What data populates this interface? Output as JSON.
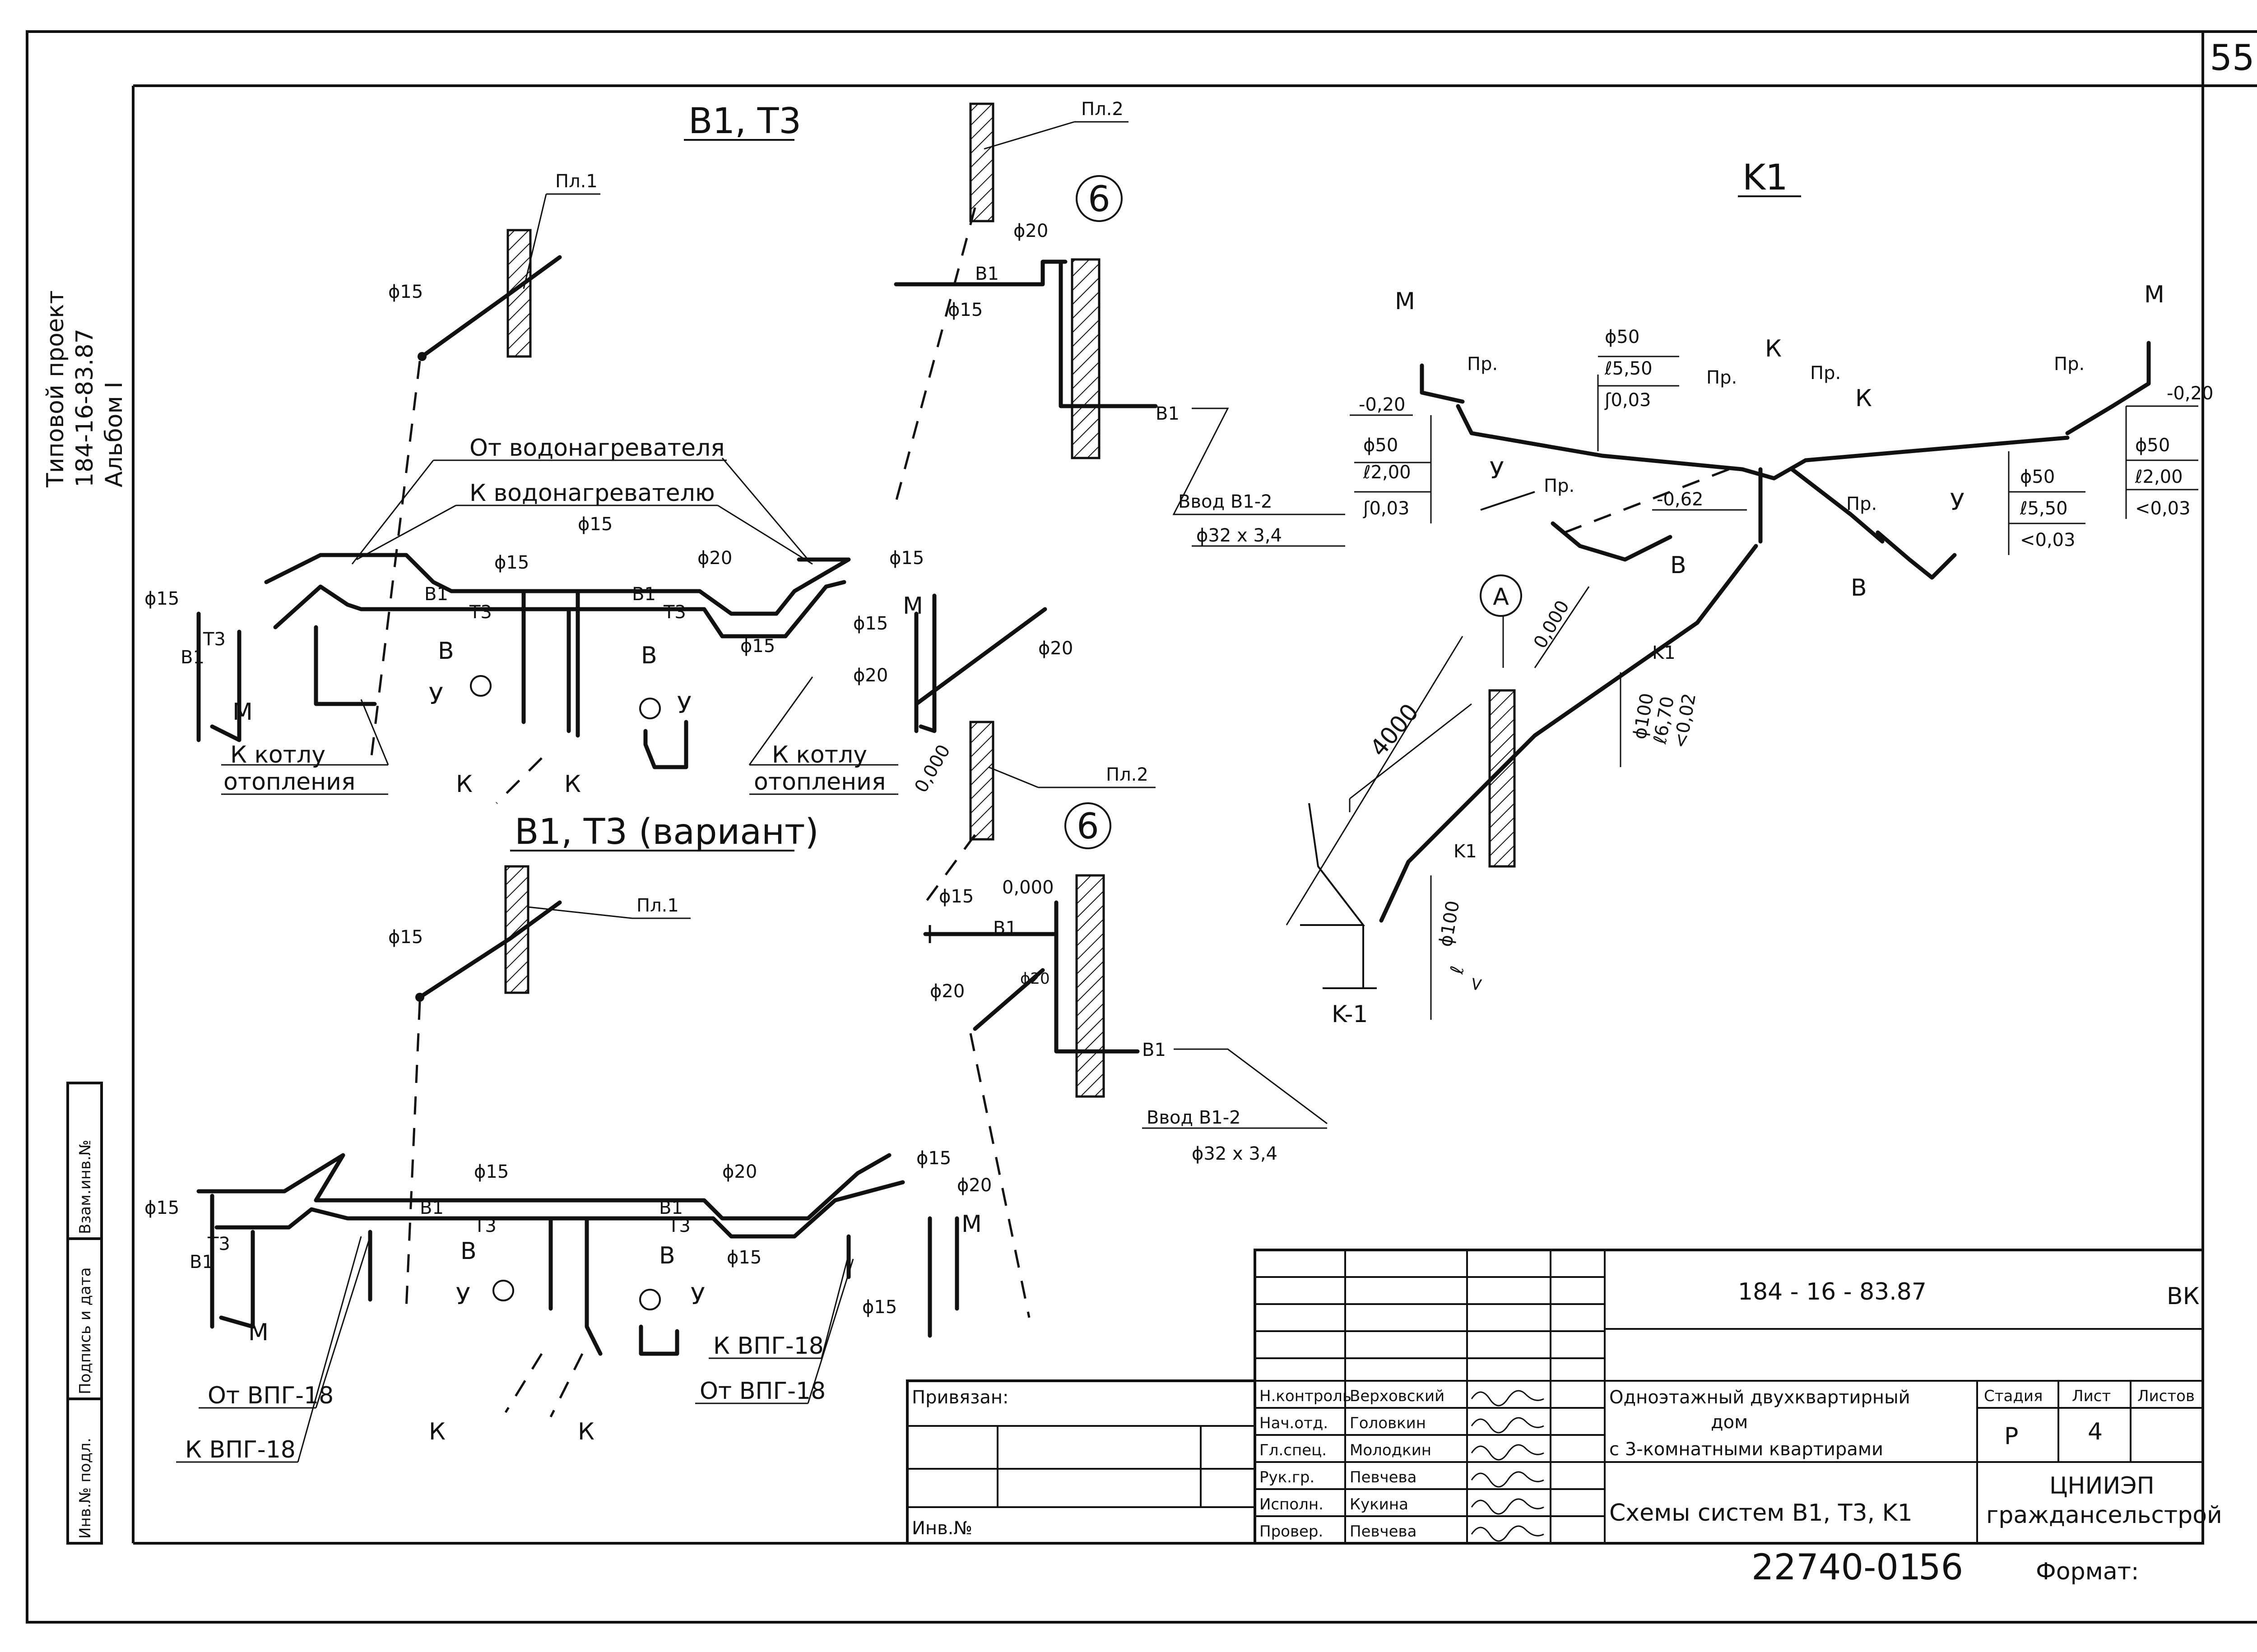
{
  "sheet": {
    "page_number": "55",
    "side_stamp": [
      "Типовой проект",
      "184-16-83.87",
      "Альбом I"
    ],
    "left_columns": [
      "Инв.№ подл.",
      "Подпись и дата",
      "Взам.инв.№"
    ]
  },
  "scheme_b1t3": {
    "title": "B1, T3",
    "wall_label_1": "Пл.1",
    "wall_label_2": "Пл.2",
    "marker": "6",
    "from_heater": "От водонагревателя",
    "to_heater": "К водонагревателю",
    "to_boiler_left": [
      "К котлу",
      "отопления"
    ],
    "to_boiler_right": [
      "К котлу",
      "отопления"
    ],
    "input": "Ввод В1-2",
    "input_pipe": "ϕ32 х 3,4",
    "d15": "ϕ15",
    "d20": "ϕ20",
    "b1": "B1",
    "t3": "T3",
    "m": "М",
    "v": "В",
    "u": "У",
    "k": "К"
  },
  "scheme_variant": {
    "title": "B1, T3 (вариант)",
    "wall_label_1": "Пл.1",
    "wall_label_2": "Пл.2",
    "marker": "6",
    "elev_0": "0,000",
    "input": "Ввод В1-2",
    "input_pipe": "ϕ32 х 3,4",
    "from_vpg_left": "От ВПГ-18",
    "to_vpg_left": "К ВПГ-18",
    "to_vpg_right": "К ВПГ-18",
    "from_vpg_right": "От ВПГ-18",
    "d15": "ϕ15",
    "d20": "ϕ20",
    "b1": "B1",
    "t3": "T3",
    "m": "М",
    "v": "В",
    "u": "У",
    "k": "К"
  },
  "scheme_k1": {
    "title": "K1",
    "m": "М",
    "pr": "Пр.",
    "k": "К",
    "u": "У",
    "v": "В",
    "k1": "K1",
    "left_elev": "-0,20",
    "right_elev": "-0,20",
    "mid_elev": "-0,62",
    "left_stack": [
      "ϕ50",
      "ℓ2,00",
      "ʃ0,03"
    ],
    "top_stack": [
      "ϕ50",
      "ℓ5,50",
      "ʃ0,03"
    ],
    "right_mid_stack": [
      "ϕ50",
      "ℓ5,50",
      "<0,03"
    ],
    "right_stack": [
      "ϕ50",
      "ℓ2,00",
      "<0,03"
    ],
    "riser_stack": [
      "ϕ100",
      "ℓ6,70",
      "<0,02"
    ],
    "lower_stack": [
      "ϕ100",
      "ℓ",
      "<"
    ],
    "marker_a": "A",
    "elev_0": "0,000",
    "dim_4000": "4000",
    "section": "K-1"
  },
  "title_block": {
    "code": "184 - 16 - 83.87",
    "mark": "ВК",
    "object": [
      "Одноэтажный двухквартирный",
      "дом",
      "с 3-комнатными квартирами"
    ],
    "sheet_name": "Схемы систем B1, T3, K1",
    "stage_label": "Стадия",
    "sheet_label": "Лист",
    "sheets_label": "Листов",
    "stage": "Р",
    "sheet_no": "4",
    "org": [
      "ЦНИИЭП",
      "граждансельстрой"
    ],
    "bound_label": "Привязан:",
    "inv_label": "Инв.№",
    "roles": [
      {
        "role": "Н.контроль",
        "name": "Верховский"
      },
      {
        "role": "Нач.отд.",
        "name": "Головкин"
      },
      {
        "role": "Гл.спец.",
        "name": "Молодкин"
      },
      {
        "role": "Рук.гр.",
        "name": "Певчева"
      },
      {
        "role": "Исполн.",
        "name": "Кукина"
      },
      {
        "role": "Провер.",
        "name": "Певчева"
      }
    ]
  },
  "bottom": {
    "doc_no": "22740-01",
    "doc_page": "56",
    "format_label": "Формат:"
  }
}
